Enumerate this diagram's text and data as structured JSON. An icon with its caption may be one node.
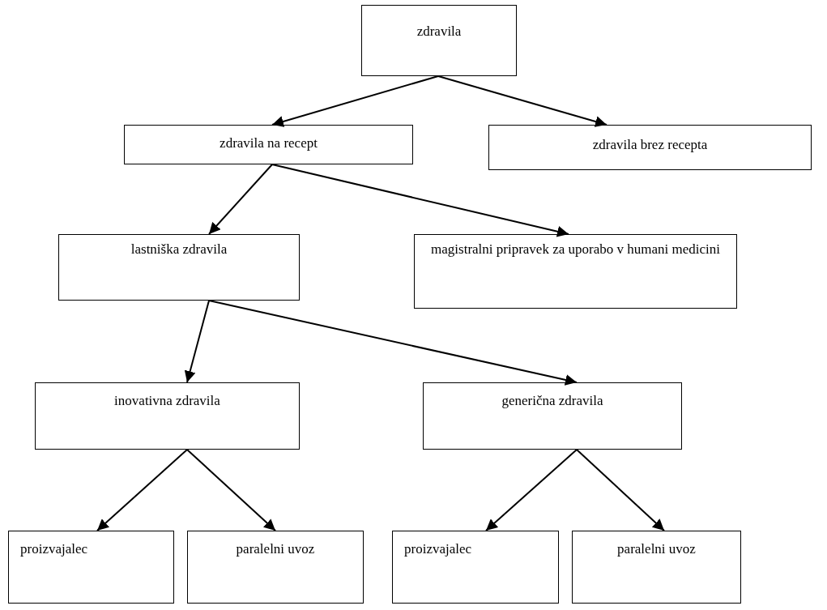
{
  "diagram": {
    "nodes": [
      {
        "text": [
          "zdravila"
        ]
      },
      {
        "text": [
          "zdravila na recept"
        ]
      },
      {
        "text": [
          "zdravila brez recepta"
        ]
      },
      {
        "text": [
          "lastniška zdravila"
        ]
      },
      {
        "text": [
          "magistralni pripravek za uporabo v humani medicini"
        ]
      },
      {
        "text": [
          "inovativna zdravila"
        ]
      },
      {
        "text": [
          "generična zdravila"
        ]
      },
      {
        "text": [
          "proizvajalec"
        ]
      },
      {
        "text": [
          "paralelni uvoz"
        ]
      },
      {
        "text": [
          "proizvajalec"
        ]
      },
      {
        "text": [
          "paralelni uvoz"
        ]
      }
    ],
    "edges": [
      {
        "from": 0,
        "to": 1,
        "arrow": "to"
      },
      {
        "from": 0,
        "to": 2,
        "arrow": "to"
      },
      {
        "from": 1,
        "to": 3,
        "arrow": "to"
      },
      {
        "from": 1,
        "to": 4,
        "arrow": "to"
      },
      {
        "from": 3,
        "to": 5,
        "arrow": "to"
      },
      {
        "from": 3,
        "to": 6,
        "arrow": "to"
      },
      {
        "from": 5,
        "to": 7,
        "arrow": "to"
      },
      {
        "from": 5,
        "to": 8,
        "arrow": "to"
      },
      {
        "from": 6,
        "to": 9,
        "arrow": "to"
      },
      {
        "from": 6,
        "to": 10,
        "arrow": "to"
      }
    ]
  }
}
